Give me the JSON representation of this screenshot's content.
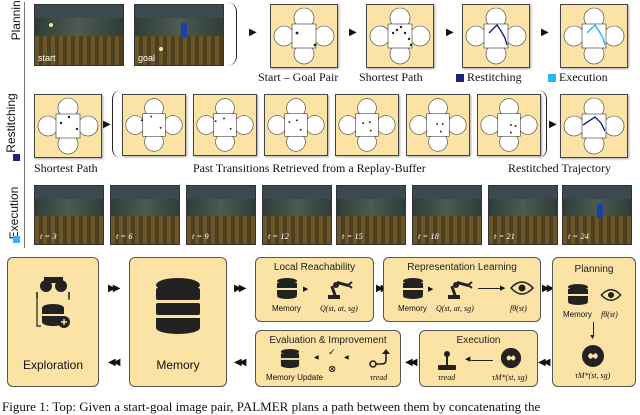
{
  "rows": {
    "planning": {
      "label": "Planning"
    },
    "restitching": {
      "label": "Restitching"
    },
    "execution": {
      "label": "Execution"
    }
  },
  "planning": {
    "frame_start": "start",
    "frame_goal": "goal",
    "cap_pair": "Start – Goal Pair",
    "cap_shortest": "Shortest Path",
    "cap_restitching": "Restitching",
    "cap_execution": "Execution"
  },
  "restitching": {
    "cap_shortest": "Shortest Path",
    "cap_past": "Past Transitions Retrieved from a Replay-Buffer",
    "cap_restitched": "Restitched Trajectory"
  },
  "execution": {
    "timesteps": [
      "t = 3",
      "t = 6",
      "t = 9",
      "t = 12",
      "t = 15",
      "t = 18",
      "t = 21",
      "t = 24"
    ]
  },
  "colors": {
    "panel_fill": "#fbe3a6",
    "restitching_marker": "#1a237e",
    "execution_marker": "#29b6f6",
    "frame_floor": "#6a5628"
  },
  "bottom": {
    "exploration": "Exploration",
    "memory": "Memory",
    "local_reach": {
      "title": "Local Reachability",
      "db": "Memory",
      "formula": "Q(st, at, sg)"
    },
    "repr": {
      "title": "Representation Learning",
      "db": "Memory",
      "formula": "Q(st, at, sg)",
      "phi": "fθ(st)"
    },
    "planning": {
      "title": "Planning",
      "db": "Memory",
      "phi": "fθ(st)",
      "pi": "τM*(st, sg)"
    },
    "execution": {
      "title": "Execution",
      "tau_read": "τread",
      "pi": "τM*(st, sg)"
    },
    "evaluation": {
      "title": "Evaluation & Improvement",
      "update": "Memory Update",
      "tau_read": "τread"
    }
  },
  "caption": "Figure 1: Top: Given a start-goal image pair, PALMER plans a path between them by concatenating the"
}
